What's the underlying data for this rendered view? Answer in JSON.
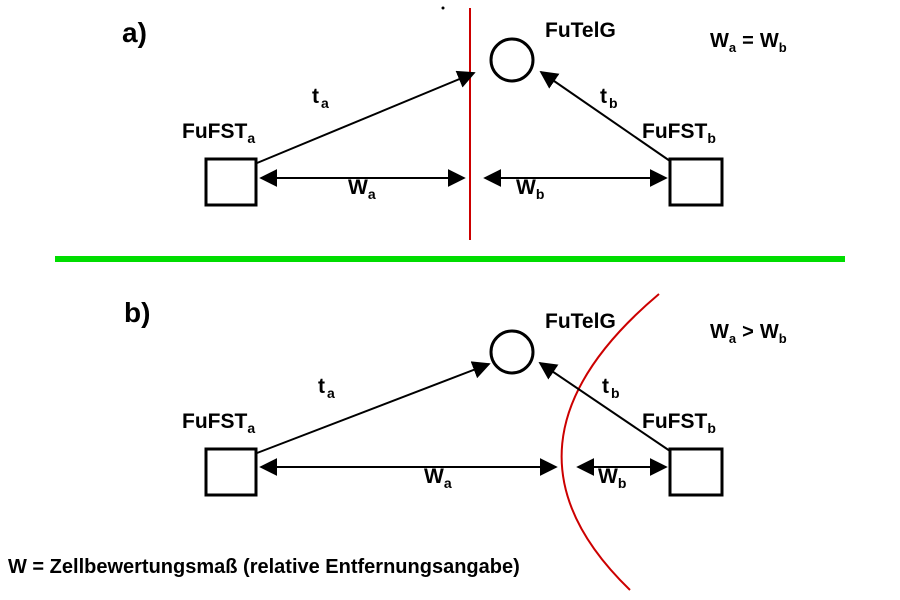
{
  "caption": "W = Zellbewertungsmaß (relative Entfernungsangabe)",
  "colors": {
    "ink": "#000000",
    "boundary_red": "#cc0000",
    "divider_green": "#00dd00"
  },
  "diagram_a": {
    "section_label": "a)",
    "mobile_label": "FuTelG",
    "station_left": {
      "base": "FuFST",
      "sub": "a"
    },
    "station_right": {
      "base": "FuFST",
      "sub": "b"
    },
    "time_left": {
      "base": "t",
      "sub": "a"
    },
    "time_right": {
      "base": "t",
      "sub": "b"
    },
    "dist_left": {
      "base": "W",
      "sub": "a"
    },
    "dist_right": {
      "base": "W",
      "sub": "b"
    },
    "relation": {
      "lhs_base": "W",
      "lhs_sub": "a",
      "op": "=",
      "rhs_base": "W",
      "rhs_sub": "b"
    }
  },
  "diagram_b": {
    "section_label": "b)",
    "mobile_label": "FuTelG",
    "station_left": {
      "base": "FuFST",
      "sub": "a"
    },
    "station_right": {
      "base": "FuFST",
      "sub": "b"
    },
    "time_left": {
      "base": "t",
      "sub": "a"
    },
    "time_right": {
      "base": "t",
      "sub": "b"
    },
    "dist_left": {
      "base": "W",
      "sub": "a"
    },
    "dist_right": {
      "base": "W",
      "sub": "b"
    },
    "relation": {
      "lhs_base": "W",
      "lhs_sub": "a",
      "op": ">",
      "rhs_base": "W",
      "rhs_sub": "b"
    }
  }
}
